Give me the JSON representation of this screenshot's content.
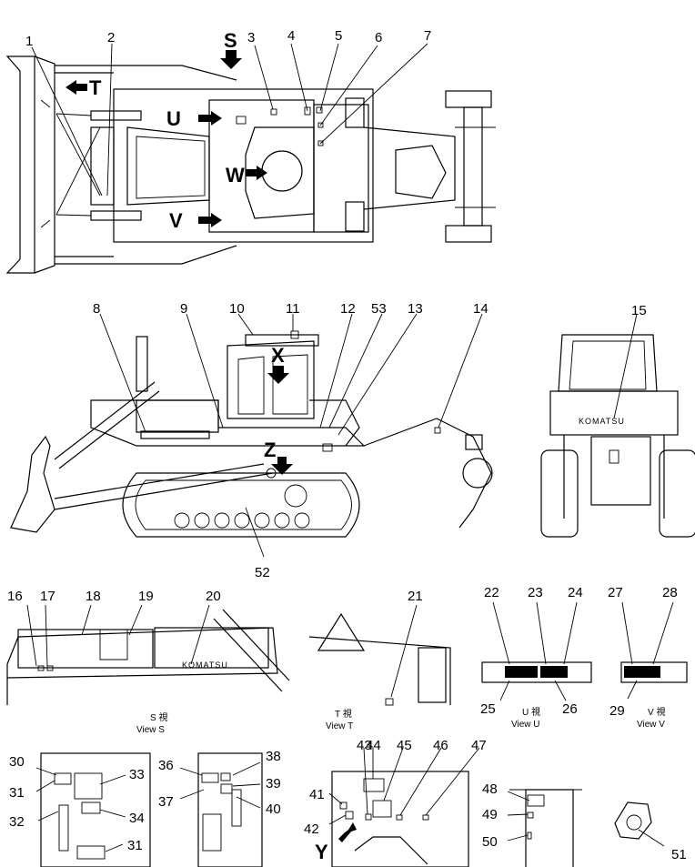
{
  "callouts": {
    "n1": "1",
    "n2": "2",
    "n3": "3",
    "n4": "4",
    "n5": "5",
    "n6": "6",
    "n7": "7",
    "n8": "8",
    "n9": "9",
    "n10": "10",
    "n11": "11",
    "n12": "12",
    "n13": "13",
    "n14": "14",
    "n15": "15",
    "n16": "16",
    "n17": "17",
    "n18": "18",
    "n19": "19",
    "n20": "20",
    "n21": "21",
    "n22": "22",
    "n23": "23",
    "n24": "24",
    "n25": "25",
    "n26": "26",
    "n27": "27",
    "n28": "28",
    "n29": "29",
    "n30": "30",
    "n31a": "31",
    "n31b": "31",
    "n32": "32",
    "n33": "33",
    "n34": "34",
    "n36": "36",
    "n37": "37",
    "n38": "38",
    "n39": "39",
    "n40": "40",
    "n41": "41",
    "n42": "42",
    "n43": "43",
    "n44": "44",
    "n45": "45",
    "n46": "46",
    "n47": "47",
    "n48": "48",
    "n49": "49",
    "n50": "50",
    "n51": "51",
    "n52": "52",
    "n53": "53"
  },
  "view_markers": {
    "S": "S",
    "T": "T",
    "U": "U",
    "V": "V",
    "W": "W",
    "X": "X",
    "Y": "Y",
    "Z": "Z"
  },
  "brand": {
    "cab_rear": "KOMATSU",
    "hood_side": "KOMATSU"
  },
  "captions": {
    "view_s_jp": "S 視",
    "view_s": "View S",
    "view_t_jp": "T 視",
    "view_t": "View T",
    "view_u_jp": "U 視",
    "view_u": "View U",
    "view_v_jp": "V 視",
    "view_v": "View V"
  }
}
